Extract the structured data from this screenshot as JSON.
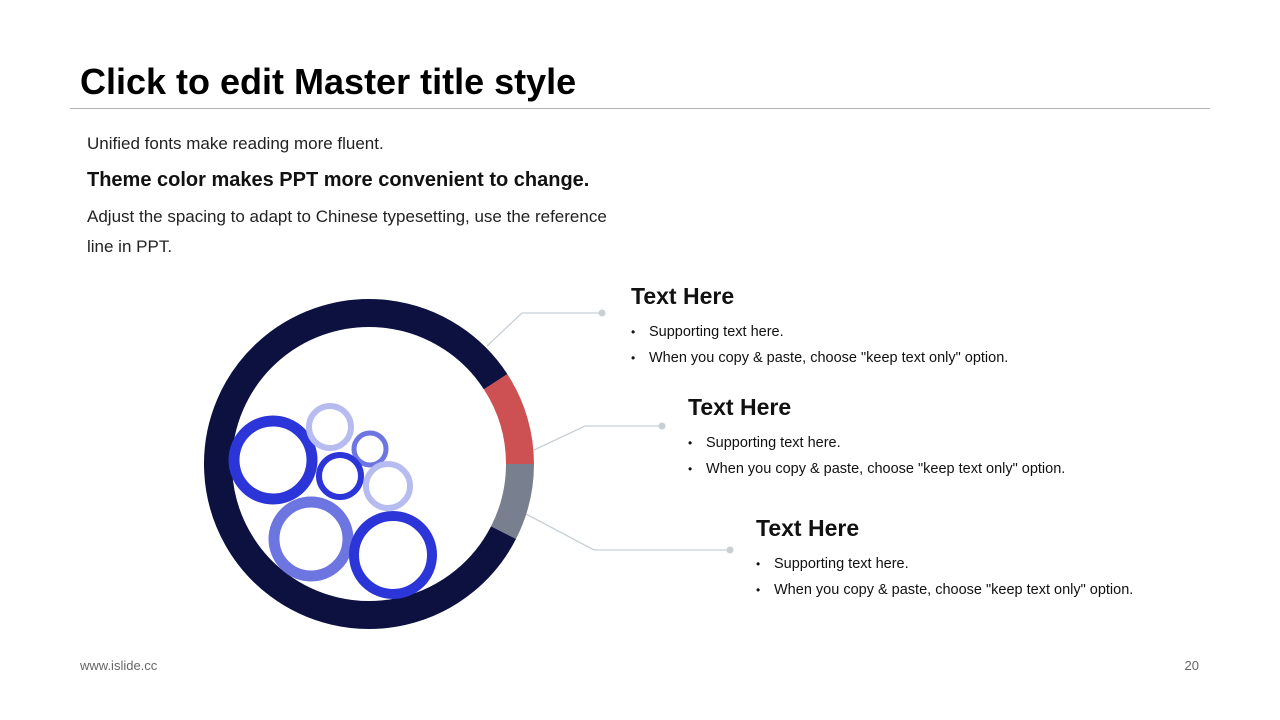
{
  "slide": {
    "title": "Click to edit Master title style",
    "intro": {
      "line1": "Unified fonts make reading more fluent.",
      "line2": "Theme color makes PPT more convenient to change.",
      "line3": "Adjust the spacing to adapt to Chinese typesetting, use the reference line in PPT."
    },
    "callouts": [
      {
        "heading": "Text Here",
        "bullets": [
          "Supporting text here.",
          "When you copy & paste, choose \"keep text only\" option."
        ]
      },
      {
        "heading": "Text Here",
        "bullets": [
          "Supporting text here.",
          "When you copy & paste, choose \"keep text only\" option."
        ]
      },
      {
        "heading": "Text Here",
        "bullets": [
          "Supporting text here.",
          "When you copy & paste, choose \"keep text only\" option."
        ]
      }
    ],
    "footer": {
      "website": "www.islide.cc",
      "page_number": "20"
    }
  },
  "colors": {
    "ring_main": "#0d1140",
    "ring_red": "#cd5152",
    "ring_gray": "#78808f",
    "bubble_blue": "#2c35d8",
    "bubble_mid": "#6c75e0",
    "bubble_light": "#b7bcf0",
    "connector": "#c8d0d6"
  }
}
